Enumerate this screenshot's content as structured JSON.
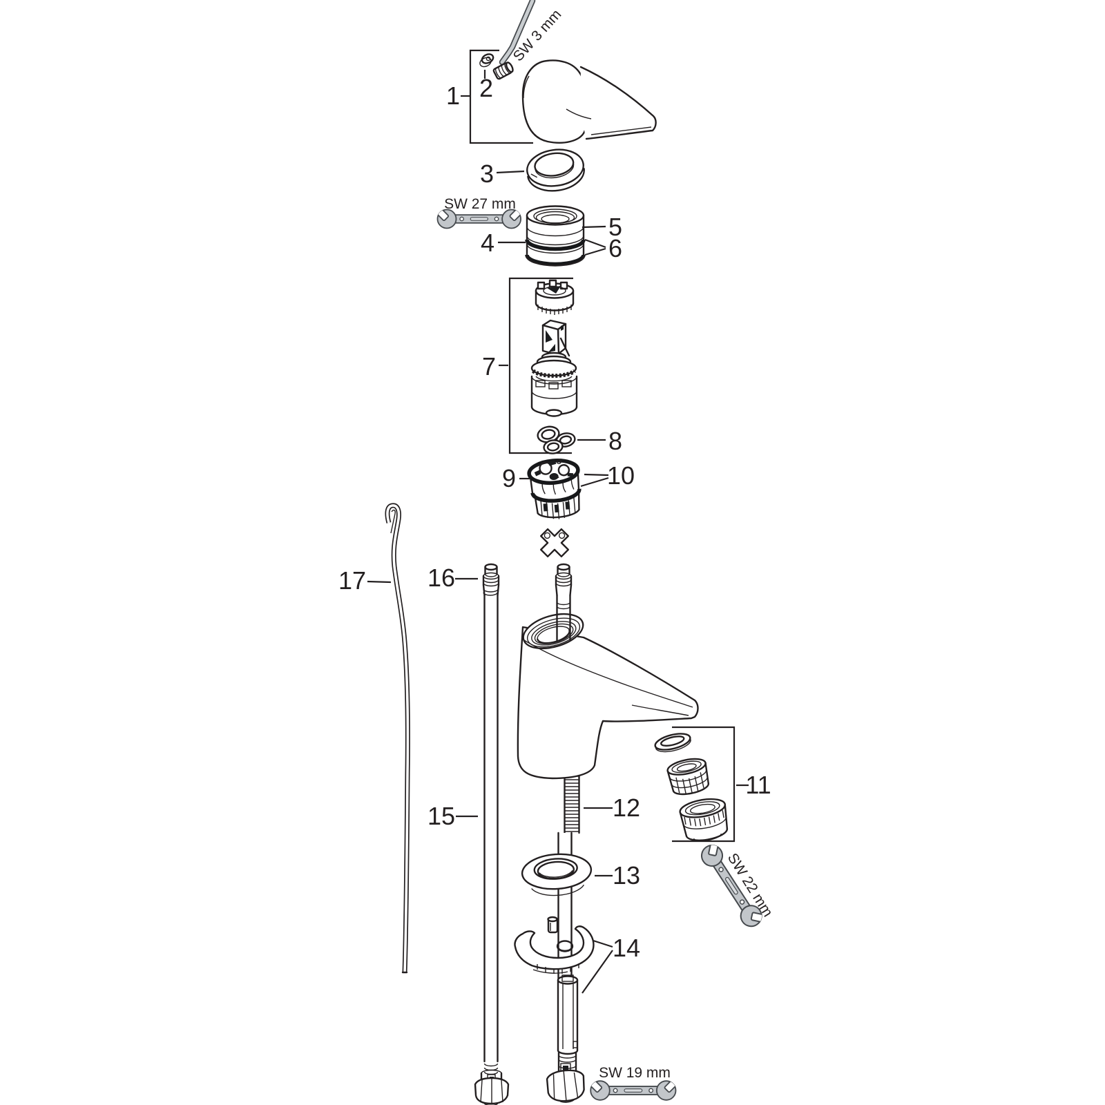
{
  "diagram": {
    "background": "#ffffff",
    "line_color": "#231f20",
    "tool_fill": "#c2c6ca",
    "part_labels": {
      "p1": "1",
      "p2": "2",
      "p3": "3",
      "p4": "4",
      "p5": "5",
      "p6": "6",
      "p7": "7",
      "p8": "8",
      "p9": "9",
      "p10": "10",
      "p11": "11",
      "p12": "12",
      "p13": "13",
      "p14": "14",
      "p15": "15",
      "p16": "16",
      "p17": "17"
    },
    "tool_labels": {
      "allen_key": "SW 3 mm",
      "wrench_cartridge_nut": "SW 27 mm",
      "wrench_aerator": "SW 22 mm",
      "wrench_hose": "SW 19 mm"
    }
  }
}
